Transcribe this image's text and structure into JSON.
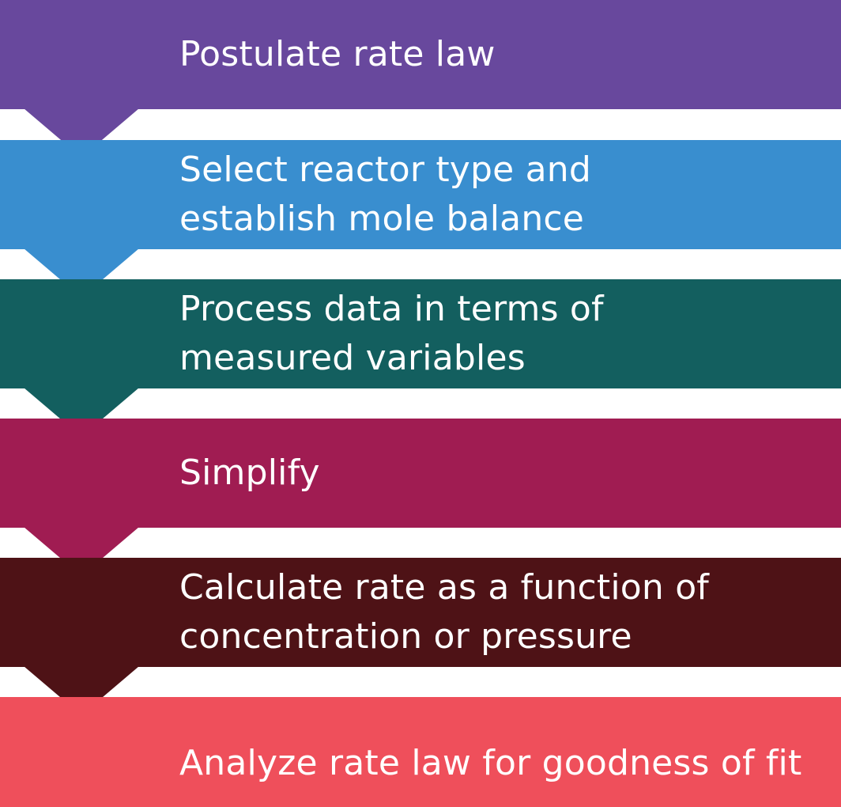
{
  "steps": [
    {
      "label": "Postulate rate law",
      "color": "#68489d"
    },
    {
      "label": "Select reactor type and\nestablish mole balance",
      "color": "#398ecf"
    },
    {
      "label": "Process data in terms of\nmeasured variables",
      "color": "#135f5f"
    },
    {
      "label": "Simplify",
      "color": "#a01c52"
    },
    {
      "label": "Calculate rate as a function of\nconcentration or pressure",
      "color": "#4e1216"
    },
    {
      "label": "Analyze rate law for goodness of fit",
      "color": "#ef4f5b"
    }
  ]
}
